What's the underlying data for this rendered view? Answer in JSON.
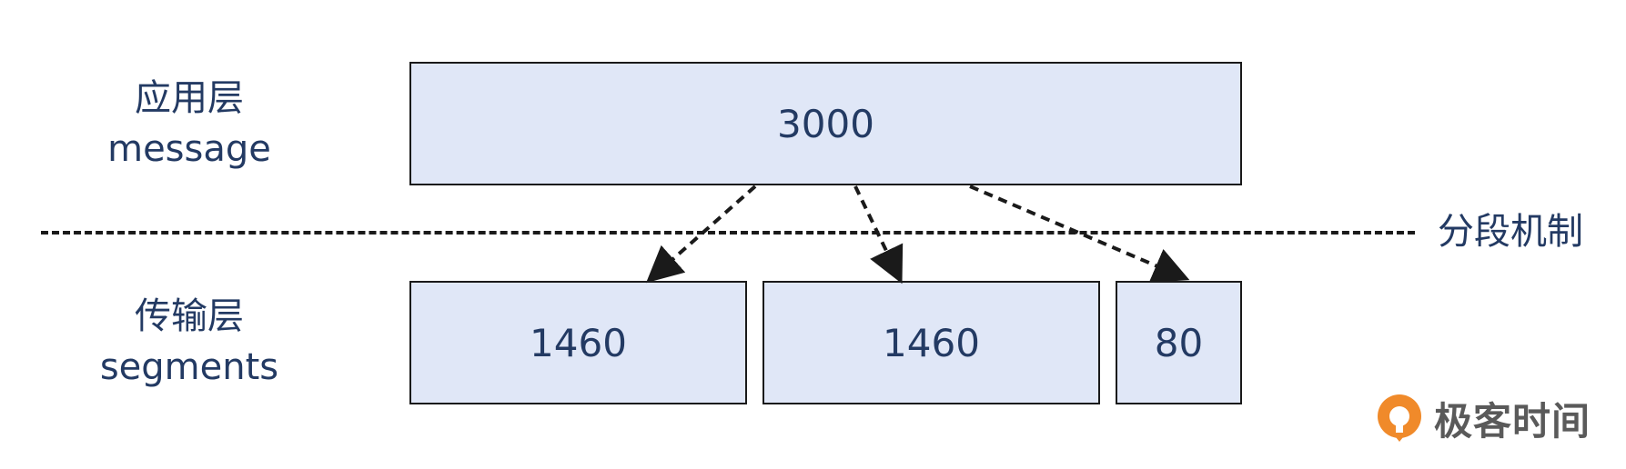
{
  "layers": {
    "application": {
      "name_zh": "应用层",
      "name_en": "message"
    },
    "transport": {
      "name_zh": "传输层",
      "name_en": "segments"
    }
  },
  "message": {
    "size": "3000"
  },
  "segments": [
    {
      "size": "1460"
    },
    {
      "size": "1460"
    },
    {
      "size": "80"
    }
  ],
  "divider": {
    "label": "分段机制"
  },
  "logo": {
    "text": "极客时间"
  },
  "colors": {
    "box_fill": "#e0e7f7",
    "text": "#233a63",
    "logo_orange": "#f08a2a",
    "logo_text": "#5a5a5a"
  }
}
